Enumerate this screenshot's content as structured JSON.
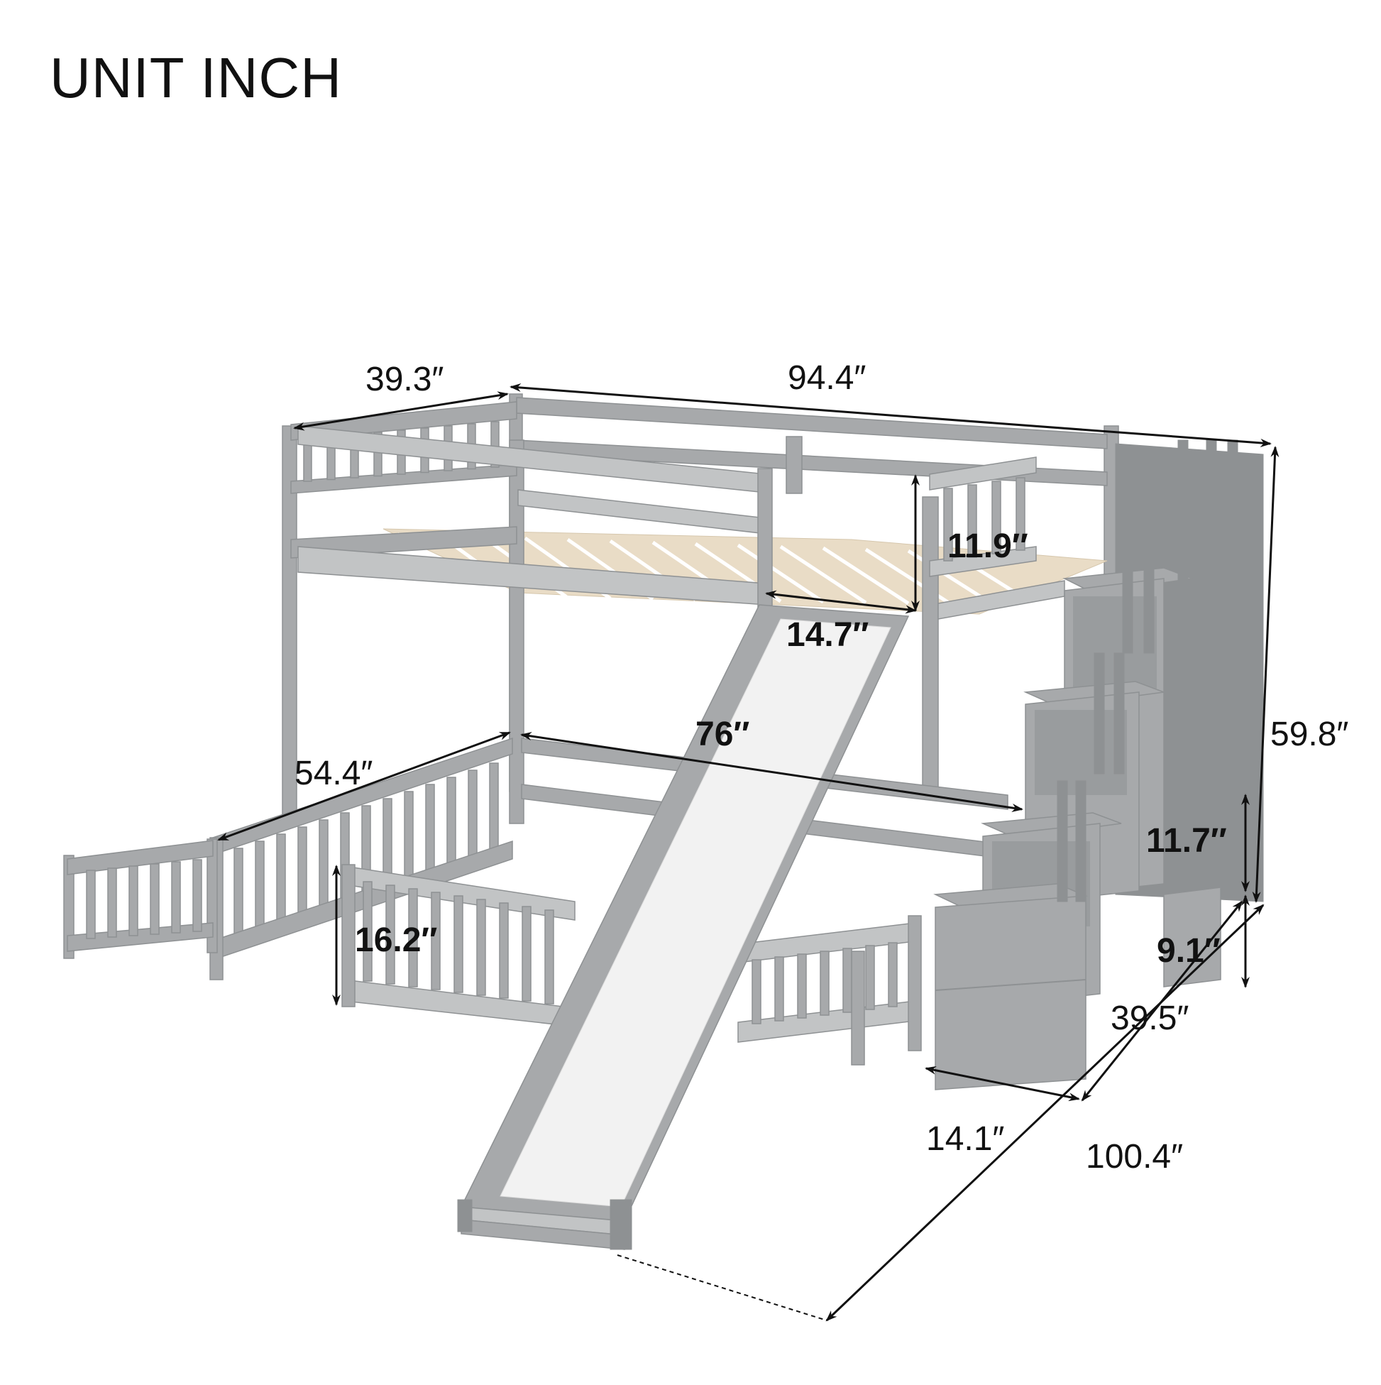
{
  "title": "UNIT INCH",
  "colors": {
    "frame": "#a7a9ab",
    "frame_dark": "#8e9193",
    "frame_light": "#c2c4c5",
    "slats": "#e9dcc6",
    "slide_surface": "#f2f2f2",
    "dimension_line": "#111111",
    "background": "#ffffff"
  },
  "dimensions": {
    "top_width": "39.3″",
    "top_length": "94.4″",
    "guard_height": "11.9″",
    "slide_width": "14.7″",
    "slide_length": "76″",
    "bottom_width": "54.4″",
    "bottom_guard_height": "16.2″",
    "total_height": "59.8″",
    "step_height_upper": "11.7″",
    "step_height_lower": "9.1″",
    "stair_depth": "39.5″",
    "step_width": "14.1″",
    "overall_length": "100.4″"
  }
}
